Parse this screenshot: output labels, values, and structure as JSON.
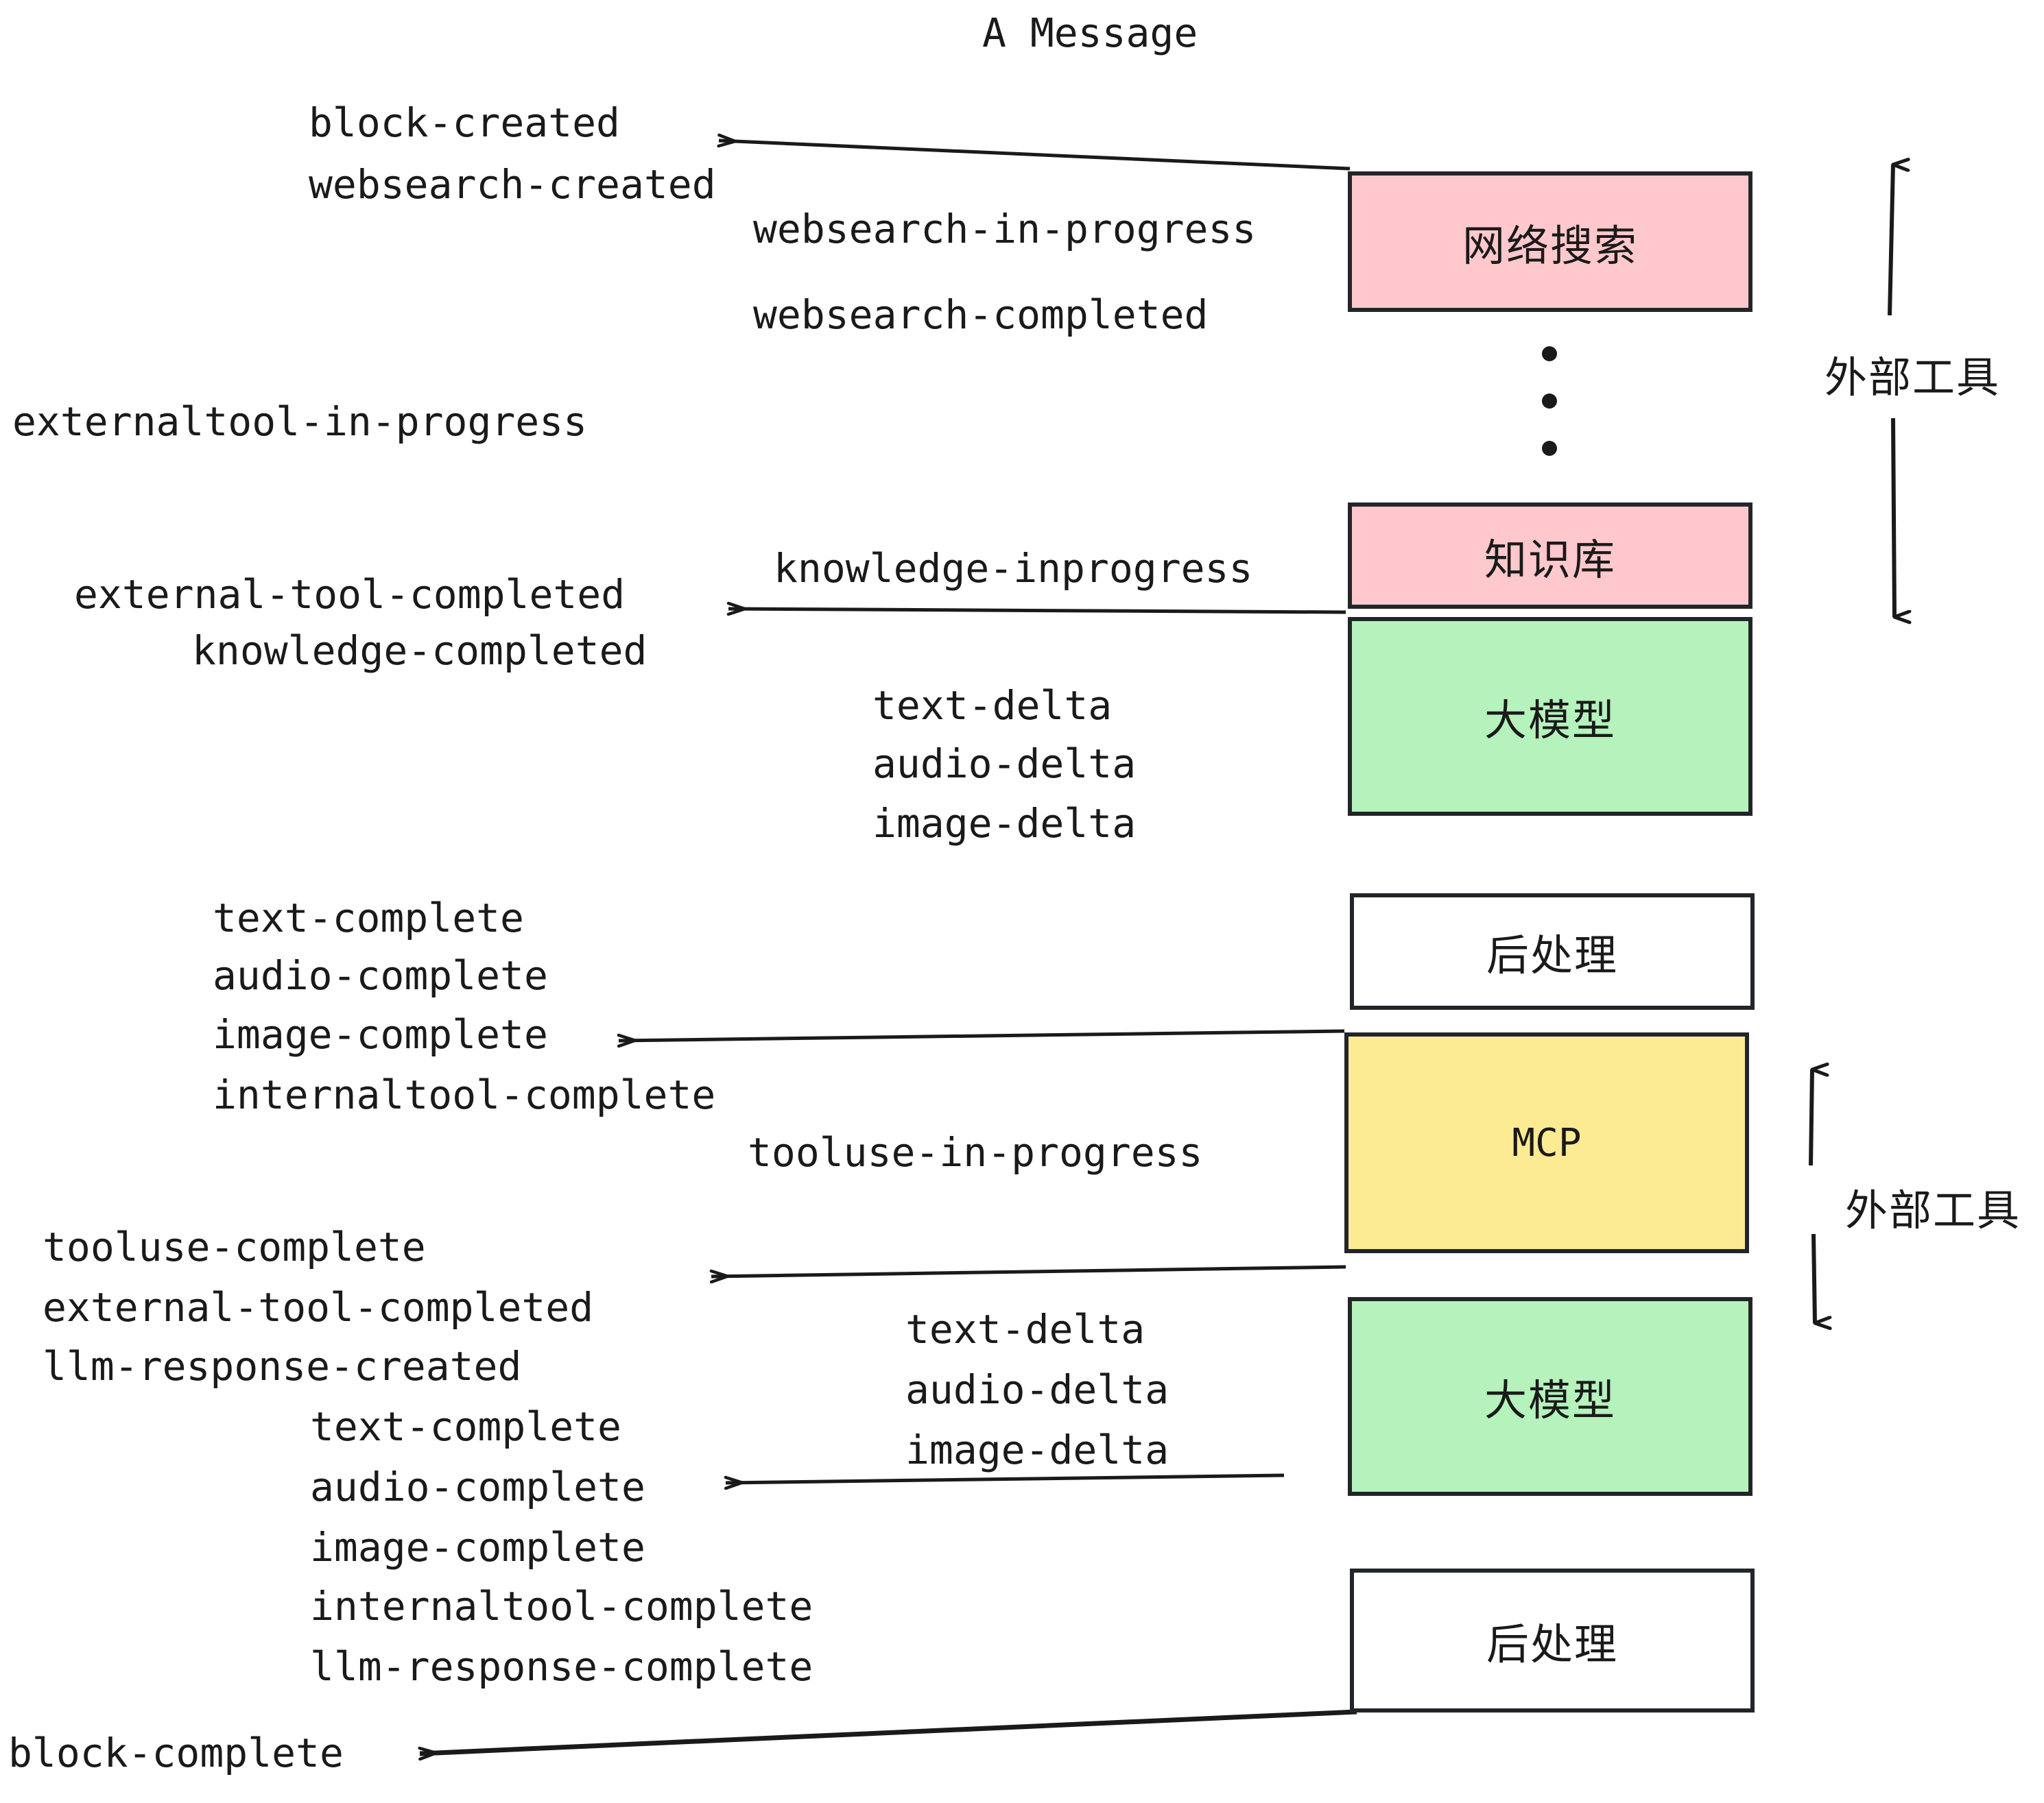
{
  "title": "A Message",
  "colors": {
    "pink": "#FFC8CC",
    "green": "#B5F2BC",
    "yellow": "#FCEB93",
    "white": "#FFFFFF",
    "stroke": "#22252A",
    "text": "#1A1A1A"
  },
  "boxes": [
    {
      "id": "websearch",
      "label": "网络搜索",
      "fill": "pink"
    },
    {
      "id": "knowledge",
      "label": "知识库",
      "fill": "pink"
    },
    {
      "id": "llm-1",
      "label": "大模型",
      "fill": "green"
    },
    {
      "id": "postprocess-1",
      "label": "后处理",
      "fill": "white"
    },
    {
      "id": "mcp",
      "label": "MCP",
      "fill": "yellow"
    },
    {
      "id": "llm-2",
      "label": "大模型",
      "fill": "green"
    },
    {
      "id": "postprocess-2",
      "label": "后处理",
      "fill": "white"
    }
  ],
  "side_labels": [
    {
      "id": "external-tools-top",
      "text": "外部工具"
    },
    {
      "id": "external-tools-bottom",
      "text": "外部工具"
    }
  ],
  "events": [
    {
      "id": "e01",
      "text": "block-created"
    },
    {
      "id": "e02",
      "text": "websearch-created"
    },
    {
      "id": "e03",
      "text": "websearch-in-progress"
    },
    {
      "id": "e04",
      "text": "websearch-completed"
    },
    {
      "id": "e05",
      "text": "externaltool-in-progress"
    },
    {
      "id": "e06",
      "text": "knowledge-inprogress"
    },
    {
      "id": "e07",
      "text": "external-tool-completed"
    },
    {
      "id": "e08",
      "text": "knowledge-completed"
    },
    {
      "id": "e09",
      "text": "text-delta"
    },
    {
      "id": "e10",
      "text": "audio-delta"
    },
    {
      "id": "e11",
      "text": "image-delta"
    },
    {
      "id": "e12",
      "text": "text-complete"
    },
    {
      "id": "e13",
      "text": "audio-complete"
    },
    {
      "id": "e14",
      "text": "image-complete"
    },
    {
      "id": "e15",
      "text": "internaltool-complete"
    },
    {
      "id": "e16",
      "text": "tooluse-in-progress"
    },
    {
      "id": "e17",
      "text": "tooluse-complete"
    },
    {
      "id": "e18",
      "text": "external-tool-completed"
    },
    {
      "id": "e19",
      "text": "llm-response-created"
    },
    {
      "id": "e20",
      "text": "text-complete"
    },
    {
      "id": "e21",
      "text": "audio-complete"
    },
    {
      "id": "e22",
      "text": "image-complete"
    },
    {
      "id": "e23",
      "text": "internaltool-complete"
    },
    {
      "id": "e24",
      "text": "llm-response-complete"
    },
    {
      "id": "e25",
      "text": "text-delta"
    },
    {
      "id": "e26",
      "text": "audio-delta"
    },
    {
      "id": "e27",
      "text": "image-delta"
    },
    {
      "id": "e28",
      "text": "block-complete"
    }
  ],
  "ellipsis_dots": 3
}
